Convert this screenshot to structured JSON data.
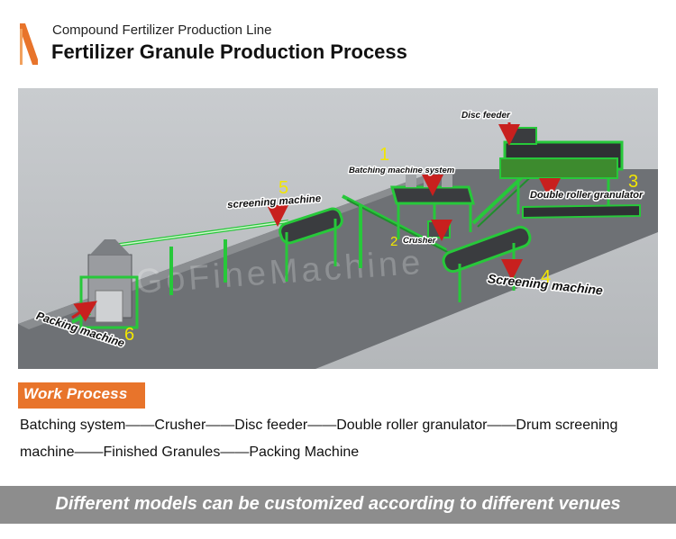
{
  "header": {
    "subtitle": "Compound Fertilizer Production Line",
    "title": "Fertilizer Granule Production Process"
  },
  "scene": {
    "watermark": "GoFineMachine",
    "labels": {
      "disc_feeder": "Disc feeder",
      "batching": "Batching machine system",
      "screening_top": "screening machine",
      "crusher": "Crusher",
      "double_roller": "Double roller granulator",
      "screening_bottom": "Screening machine",
      "packing": "Packing machine"
    },
    "numbers": {
      "n1": "1",
      "n2": "2",
      "n3": "3",
      "n4": "4",
      "n5": "5",
      "n6": "6"
    }
  },
  "work_process": {
    "badge": "Work Process",
    "line1": "Batching system——Crusher——Disc feeder——Double roller granulator——Drum screening",
    "line2": "machine——Finished Granules——Packing Machine"
  },
  "footer": {
    "text": "Different models can be customized according to different venues"
  },
  "colors": {
    "accent_orange": "#e8742b",
    "machine_green": "#27c83a",
    "arrow_red": "#c8201e",
    "number_yellow": "#f2e600",
    "footer_gray": "#8d8d8d"
  }
}
